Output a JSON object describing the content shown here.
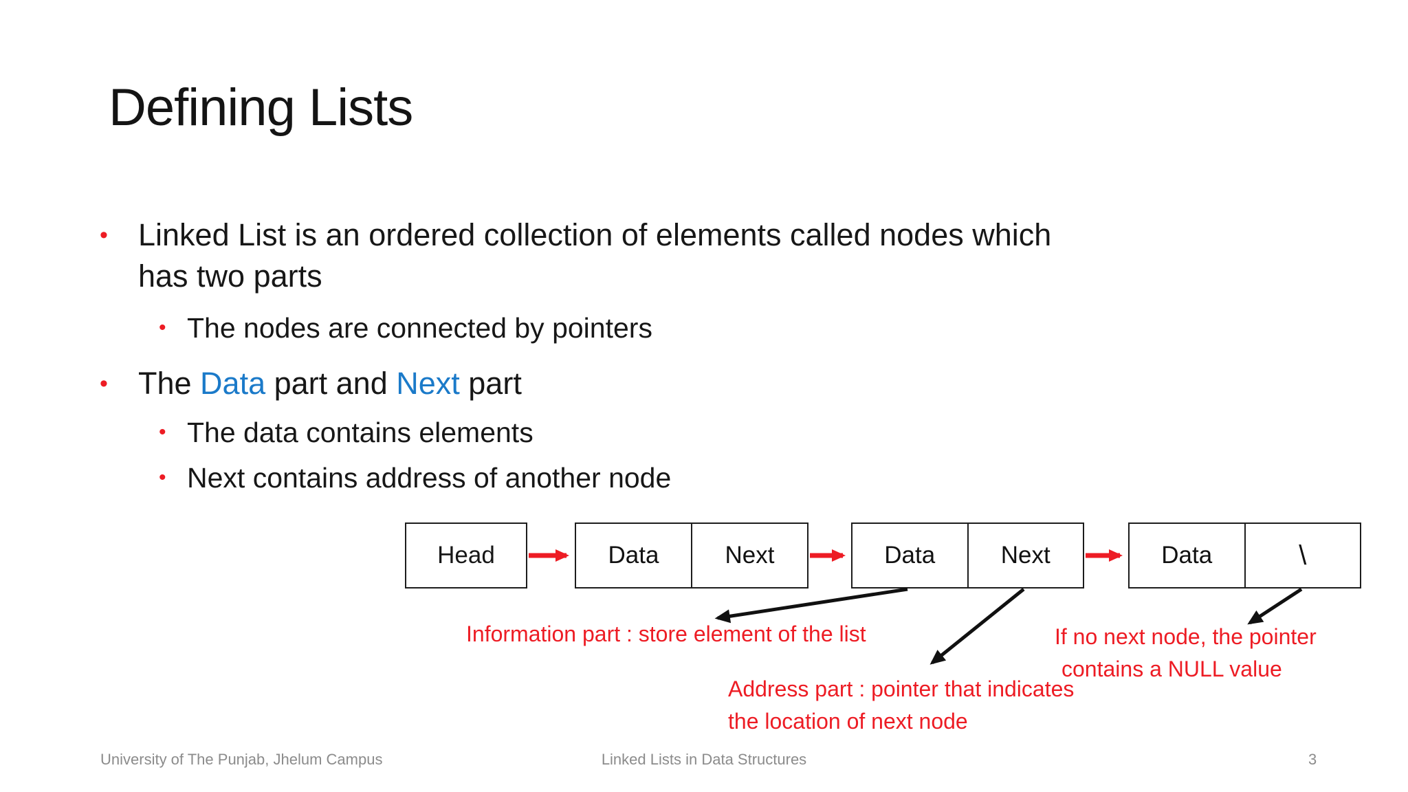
{
  "title": "Defining Lists",
  "colors": {
    "background": "#ffffff",
    "accent_red": "#ed1c24",
    "accent_blue": "#1b7ac9",
    "body_text": "#171717",
    "box_border": "#1c1c1c",
    "footer_gray": "#8b8b8b"
  },
  "content": {
    "bullet_glyph": "•",
    "b1": {
      "lines": [
        "Linked List is an ordered collection of elements called nodes which",
        "has two parts"
      ]
    },
    "s1": "The nodes are connected by pointers",
    "b2": {
      "segments": [
        {
          "text": "The ",
          "color": "black"
        },
        {
          "text": "Data",
          "color": "blue"
        },
        {
          "text": " part and ",
          "color": "black"
        },
        {
          "text": "Next",
          "color": "blue"
        },
        {
          "text": " part",
          "color": "black"
        }
      ]
    },
    "s2": "The data contains elements",
    "s3": "Next contains address of another node"
  },
  "diagram": {
    "head": "Head",
    "node1": {
      "data": "Data",
      "next": "Next"
    },
    "node2": {
      "data": "Data",
      "next": "Next"
    },
    "node3": {
      "data": "Data",
      "null_symbol": "\\"
    },
    "annotations": {
      "info": {
        "lines": [
          "Information part : store element of the list"
        ]
      },
      "address": {
        "lines": [
          "Address part : pointer that indicates",
          "the location of next node"
        ]
      },
      "null": {
        "lines": [
          "If no next node, the pointer",
          "contains a NULL value"
        ]
      }
    }
  },
  "footer": {
    "left": "University of The Punjab, Jhelum Campus",
    "center": "Linked Lists in Data Structures",
    "page": "3"
  }
}
